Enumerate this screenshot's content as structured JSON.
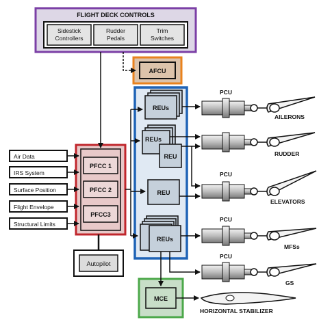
{
  "flight_deck": {
    "title": "FLIGHT DECK CONTROLS",
    "sidestick": [
      "Sidestick",
      "Controllers"
    ],
    "rudder_pedals": [
      "Rudder",
      "Pedals"
    ],
    "trim": [
      "Trim",
      "Switches"
    ]
  },
  "afcu": "AFCU",
  "inputs": [
    "Air Data",
    "IRS System",
    "Surface Position",
    "Flight Envelope",
    "Structural Limits"
  ],
  "pfcc": [
    "PFCC 1",
    "PFCC 2",
    "PFCC3"
  ],
  "autopilot": "Autopilot",
  "reu": {
    "reus": "REUs",
    "reu": "REU"
  },
  "pcu": "PCU",
  "surfaces": {
    "ailerons": "AILERONS",
    "rudder": "RUDDER",
    "elevators": "ELEVATORS",
    "mfss": "MFSs",
    "gs": "GS",
    "horizontal_stabilizer": "HORIZONTAL STABILIZER"
  },
  "mce": "MCE",
  "colors": {
    "flight_deck_border": "#7b3fa6",
    "flight_deck_fill": "#ddd7e6",
    "afcu_border": "#e9821d",
    "afcu_fill": "#dcc3ab",
    "reu_border": "#1f63b6",
    "reu_fill": "#e0e9f3",
    "reu_box": "#c5d0db",
    "pfcc_border": "#c0262c",
    "pfcc_fill": "#e8c9c9",
    "mce_border": "#4ca84a",
    "mce_fill": "#c8dec8",
    "autopilot_fill": "#dcdcdc"
  }
}
